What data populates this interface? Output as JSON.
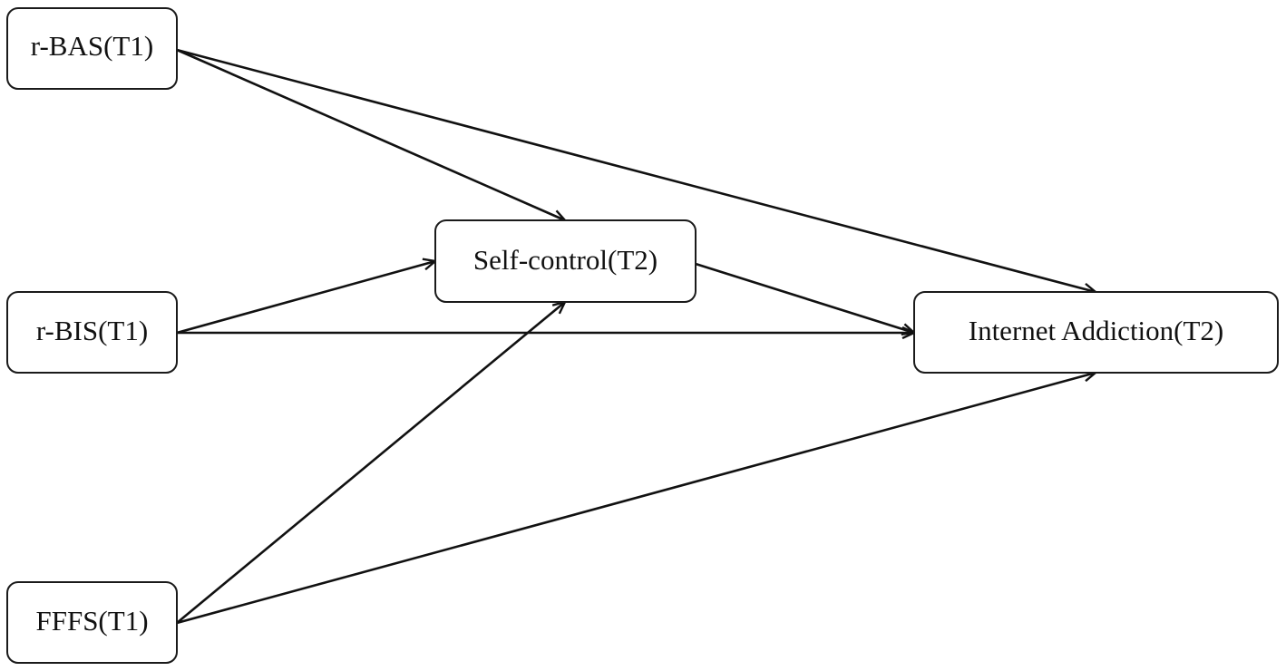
{
  "diagram": {
    "nodes": {
      "rbas": {
        "label": "r-BAS(T1)"
      },
      "rbis": {
        "label": "r-BIS(T1)"
      },
      "fffs": {
        "label": "FFFS(T1)"
      },
      "selfcontrol": {
        "label": "Self-control(T2)"
      },
      "internet": {
        "label": "Internet Addiction(T2)"
      }
    },
    "edges": [
      {
        "from": "rbas",
        "to": "selfcontrol"
      },
      {
        "from": "rbas",
        "to": "internet"
      },
      {
        "from": "rbis",
        "to": "selfcontrol"
      },
      {
        "from": "rbis",
        "to": "internet"
      },
      {
        "from": "fffs",
        "to": "selfcontrol"
      },
      {
        "from": "fffs",
        "to": "internet"
      },
      {
        "from": "selfcontrol",
        "to": "internet"
      }
    ]
  }
}
